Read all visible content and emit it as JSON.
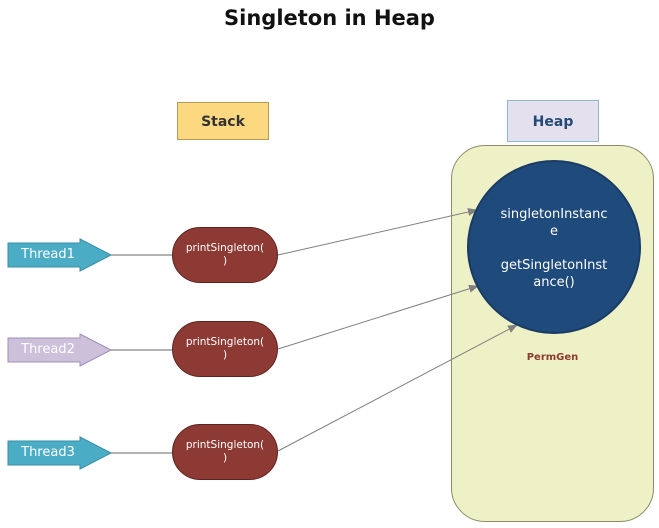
{
  "title": "Singleton in Heap",
  "stack_label": "Stack",
  "heap_label": "Heap",
  "permgen_label": "PermGen",
  "singleton": {
    "line1": "singletonInstanc",
    "line2": "e",
    "line3": "getSingletonInst",
    "line4": "ance()"
  },
  "threads": [
    {
      "label": "Thread1",
      "color": "#4bacc6"
    },
    {
      "label": "Thread2",
      "color": "#ccc0da"
    },
    {
      "label": "Thread3",
      "color": "#4bacc6"
    }
  ],
  "methods": [
    {
      "line1": "printSingleton(",
      "line2": ")"
    },
    {
      "line1": "printSingleton(",
      "line2": ")"
    },
    {
      "line1": "printSingleton(",
      "line2": ")"
    }
  ],
  "colors": {
    "stack_header": "#fcd980",
    "heap_header": "#e4e0ee",
    "heap_area": "#eef0c6",
    "singleton_circle": "#1e4a7c",
    "method_node": "#8c3a33"
  }
}
